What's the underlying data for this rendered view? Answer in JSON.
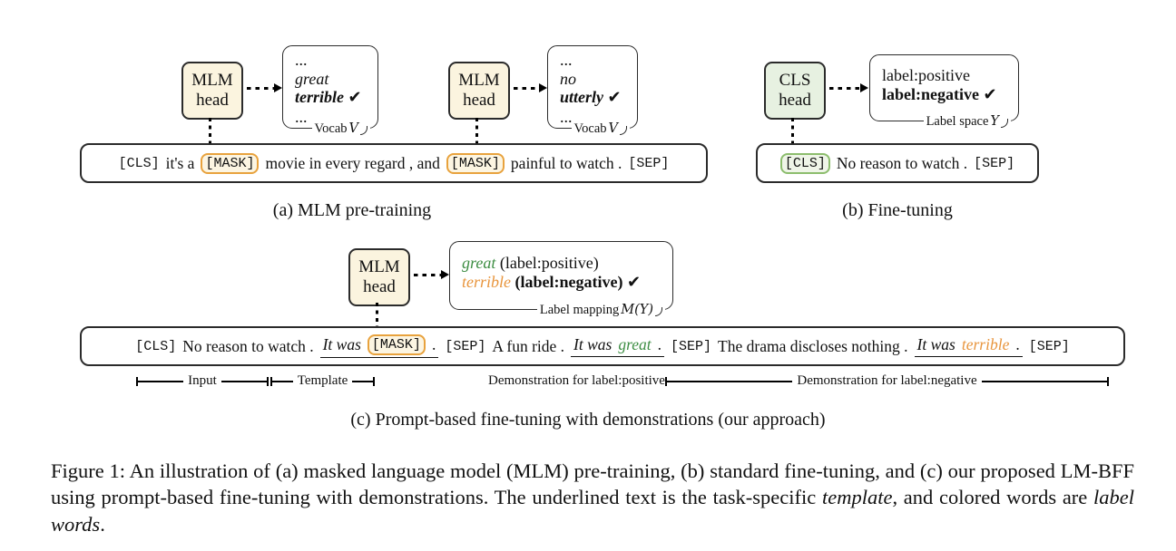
{
  "colors": {
    "cream_fill": "#FBF4DF",
    "green_fill": "#E7F1E1",
    "mask_border_orange": "#E8A23D",
    "cls_border_green": "#8CBD6D",
    "label_word_green": "#3E8E44",
    "label_word_orange": "#E8953D"
  },
  "panel_a": {
    "caption": "(a) MLM pre-training",
    "head1_line1": "MLM",
    "head1_line2": "head",
    "head2_line1": "MLM",
    "head2_line2": "head",
    "vocab1": {
      "top": "...",
      "word1": "great",
      "word2": "terrible",
      "check": "✔",
      "bottom": "...",
      "tag": "Vocab",
      "tag_symbol": "V"
    },
    "vocab2": {
      "top": "...",
      "word1": "no",
      "word2": "utterly",
      "check": "✔",
      "bottom": "...",
      "tag": "Vocab",
      "tag_symbol": "V"
    },
    "sentence": {
      "cls": "[CLS]",
      "t1": "it's a",
      "mask1": "[MASK]",
      "t2": "movie in every regard , and",
      "mask2": "[MASK]",
      "t3": "painful to watch .",
      "sep": "[SEP]"
    }
  },
  "panel_b": {
    "caption": "(b) Fine-tuning",
    "head_line1": "CLS",
    "head_line2": "head",
    "labels": {
      "row1": "label:positive",
      "row2": "label:negative",
      "check": "✔",
      "tag": "Label space",
      "tag_symbol": "Y"
    },
    "sentence": {
      "cls": "[CLS]",
      "t1": "No reason to watch .",
      "sep": "[SEP]"
    }
  },
  "panel_c": {
    "caption": "(c) Prompt-based fine-tuning with demonstrations (our approach)",
    "head_line1": "MLM",
    "head_line2": "head",
    "mapping": {
      "row1_word": "great",
      "row1_rest": "(label:positive)",
      "row2_word": "terrible",
      "row2_rest": "(label:negative)",
      "check": "✔",
      "tag": "Label mapping",
      "tag_symbol": "M(Y)"
    },
    "sentence": {
      "cls": "[CLS]",
      "t1": "No reason to watch .",
      "tmpl_prefix": "It was",
      "mask": "[MASK]",
      "tmpl_suffix": ".",
      "sep1": "[SEP]",
      "t2": "A fun ride .",
      "pos_prefix": "It was",
      "pos_word": "great",
      "pos_suffix": ".",
      "sep2": "[SEP]",
      "t3": "The drama discloses nothing .",
      "neg_prefix": "It was",
      "neg_word": "terrible",
      "neg_suffix": ".",
      "sep3": "[SEP]"
    },
    "brackets": {
      "input": "Input",
      "template": "Template",
      "demo_pos": "Demonstration for label:positive",
      "demo_neg": "Demonstration for label:negative"
    }
  },
  "figure_caption": {
    "part1": "Figure 1: An illustration of (a) masked language model (MLM) pre-training, (b) standard fine-tuning, and (c) our proposed LM-BFF using prompt-based fine-tuning with demonstrations. The underlined text is the task-specific ",
    "italic1": "template",
    "part2": ", and colored words are ",
    "italic2": "label words",
    "part3": "."
  }
}
